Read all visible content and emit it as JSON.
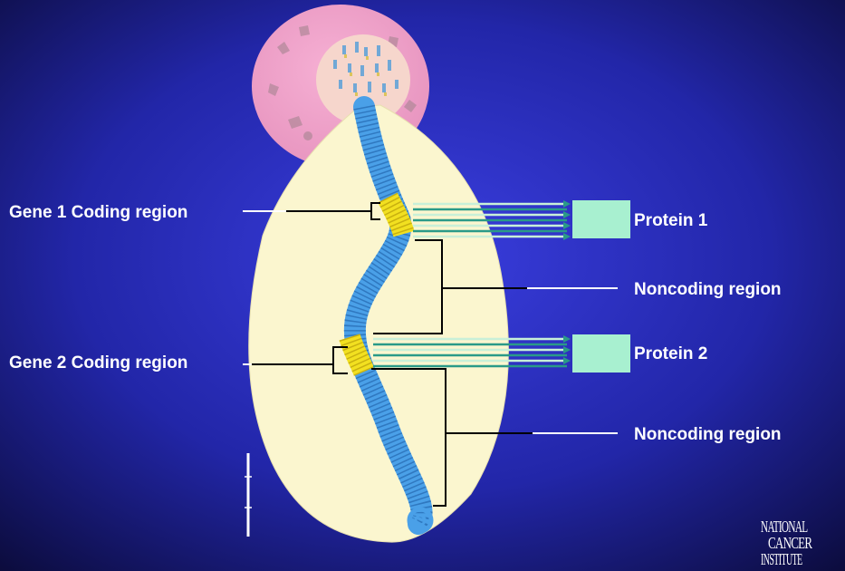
{
  "labels": {
    "gene1": "Gene 1 Coding region",
    "gene2": "Gene 2 Coding region",
    "noncoding1": "Noncoding region",
    "noncoding2": "Noncoding region",
    "protein1": "Protein 1",
    "protein2": "Protein 2"
  },
  "logo": {
    "line1": "NATIONAL",
    "line2": "CANCER",
    "line3": "INSTITUTE"
  },
  "colors": {
    "background_center": "#3a3ee0",
    "background_edge": "#0b0b3a",
    "cell": "#f0a0c8",
    "nucleus": "#f6d6cc",
    "zoom_oval": "#fbf6cf",
    "dna_coil": "#4aa0e8",
    "coding_region": "#f2e020",
    "protein_box": "#a8f0d0"
  }
}
